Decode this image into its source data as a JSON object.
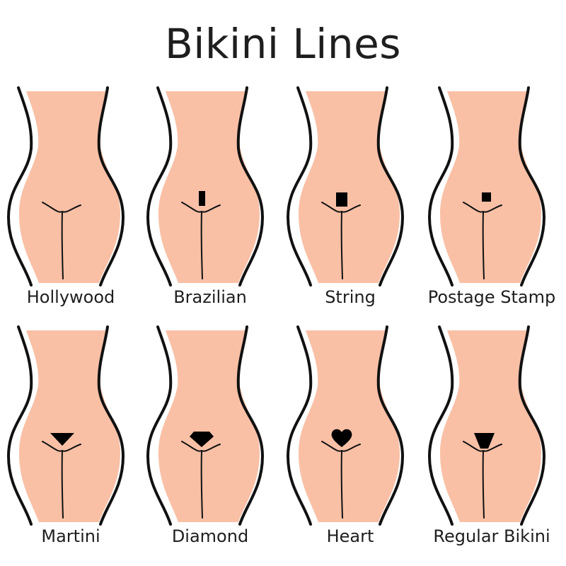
{
  "title": "Bikini Lines",
  "colors": {
    "skin": "#f9c0a6",
    "outline": "#111111",
    "text": "#1e1e1e",
    "background": "#ffffff"
  },
  "styles": [
    {
      "label": "Hollywood",
      "marker": "none"
    },
    {
      "label": "Brazilian",
      "marker": "thin-rectangle"
    },
    {
      "label": "String",
      "marker": "rectangle"
    },
    {
      "label": "Postage Stamp",
      "marker": "small-square"
    },
    {
      "label": "Martini",
      "marker": "inverted-triangle"
    },
    {
      "label": "Diamond",
      "marker": "diamond"
    },
    {
      "label": "Heart",
      "marker": "heart"
    },
    {
      "label": "Regular Bikini",
      "marker": "trapezoid"
    }
  ]
}
